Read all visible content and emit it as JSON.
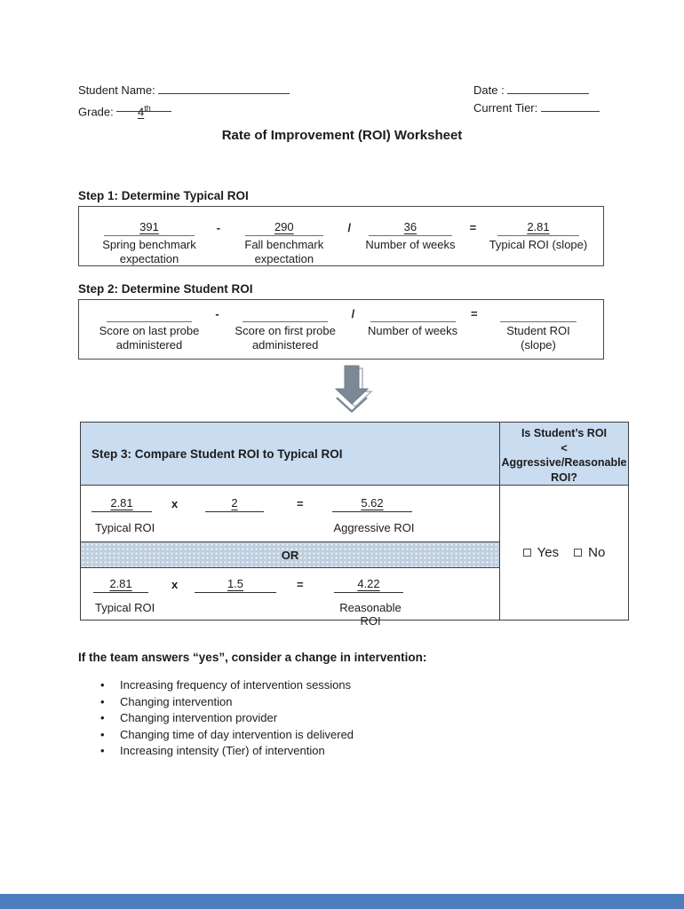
{
  "header": {
    "student_name_label": "Student Name:",
    "grade_label": "Grade:",
    "grade_value": "4",
    "grade_sup": "th",
    "date_label": "Date :",
    "current_tier_label": "Current Tier:"
  },
  "title": "Rate of Improvement (ROI) Worksheet",
  "step1": {
    "heading": "Step 1: Determine Typical ROI",
    "op1": "-",
    "op2": "/",
    "op3": "=",
    "cells": [
      {
        "value": "391",
        "label": "Spring benchmark expectation"
      },
      {
        "value": "290",
        "label": "Fall benchmark expectation"
      },
      {
        "value": "36",
        "label": "Number of weeks"
      },
      {
        "value": "2.81",
        "label": "Typical ROI (slope)"
      }
    ]
  },
  "step2": {
    "heading": "Step 2: Determine Student ROI",
    "op1": "-",
    "op2": "/",
    "op3": "=",
    "cells": [
      {
        "value": "",
        "label": "Score on last probe administered"
      },
      {
        "value": "",
        "label": "Score on first probe administered"
      },
      {
        "value": "",
        "label": "Number of weeks"
      },
      {
        "value": "",
        "label": "Student ROI (slope)"
      }
    ]
  },
  "step3": {
    "heading": "Step 3: Compare Student ROI to Typical ROI",
    "question": "Is Student’s ROI\n<\nAggressive/Reasonable\nROI?",
    "row1": {
      "v1": "2.81",
      "op1": "x",
      "v2": "2",
      "op2": "=",
      "v3": "5.62",
      "label1": "Typical ROI",
      "label3": "Aggressive ROI"
    },
    "or_label": "OR",
    "row2": {
      "v1": "2.81",
      "op1": "x",
      "v2": "1.5",
      "op2": "=",
      "v3": "4.22",
      "label1": "Typical ROI",
      "label3": "Reasonable ROI"
    },
    "yes_label": "Yes",
    "no_label": "No"
  },
  "note": {
    "heading": "If the team answers “yes”, consider a change in intervention:",
    "bullet_glyph": "•",
    "bullets": [
      "Increasing frequency of intervention sessions",
      "Changing intervention",
      "Changing intervention provider",
      "Changing time of day intervention is delivered",
      "Increasing intensity (Tier) of intervention"
    ]
  },
  "colors": {
    "table_header_bg": "#c9dcf0",
    "or_row_bg": "#bfcfdf",
    "footer_bar": "#4c7ebf",
    "arrow_gray": "#7d8897"
  }
}
